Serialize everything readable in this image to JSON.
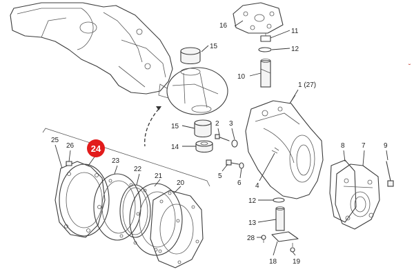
{
  "labels": {
    "p1": "1 (27)",
    "p2": "2",
    "p3": "3",
    "p4": "4",
    "p5": "5",
    "p6": "6",
    "p7": "7",
    "p8": "8",
    "p9": "9",
    "p10": "10",
    "p11": "11",
    "p12a": "12",
    "p12b": "12",
    "p13": "13",
    "p14": "14",
    "p15a": "15",
    "p15b": "15",
    "p16": "16",
    "p18": "18",
    "p19": "19",
    "p20": "20",
    "p21": "21",
    "p22": "22",
    "p23": "23",
    "p25": "25",
    "p26": "26",
    "p28": "28"
  },
  "callout": {
    "number": "24",
    "color": "#e21b1b"
  }
}
